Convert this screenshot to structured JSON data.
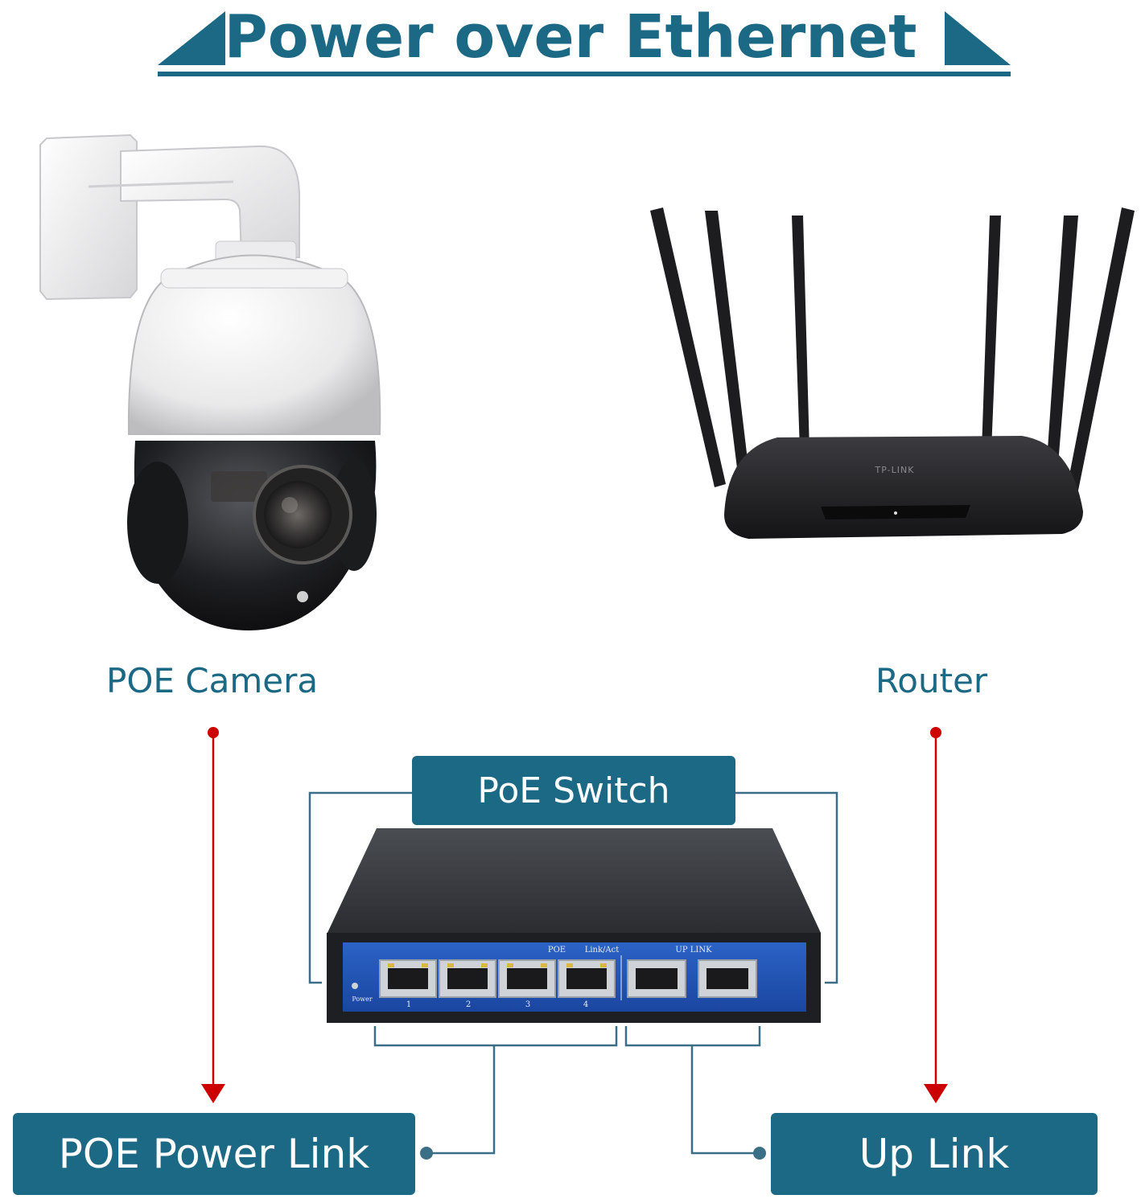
{
  "title": "Power over Ethernet",
  "colors": {
    "brand": "#1c6985",
    "arrow": "#cc0000",
    "line": "#3b6f86",
    "text_white": "#ffffff"
  },
  "labels": {
    "camera": "POE Camera",
    "router": "Router",
    "switch": "PoE Switch",
    "poe_link": "POE Power Link",
    "up_link": "Up Link"
  },
  "device": {
    "router_brand": "TP-LINK",
    "poe_text": "POE",
    "link_act": "Link/Act",
    "up_link_port": "UP LINK",
    "power": "Power",
    "ports": [
      "1",
      "2",
      "3",
      "4"
    ]
  },
  "icons": {
    "camera": "ptz-dome-camera-icon",
    "router": "wifi-router-icon",
    "switch": "poe-switch-icon"
  }
}
